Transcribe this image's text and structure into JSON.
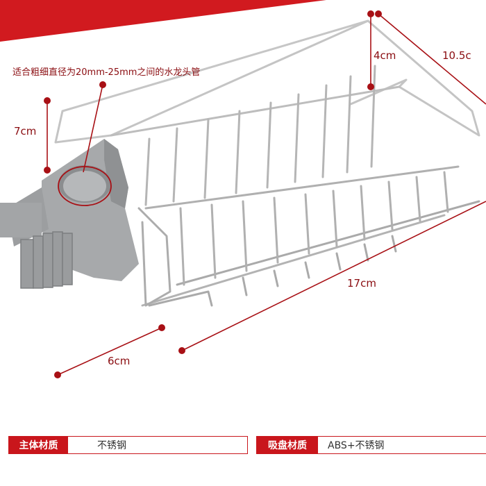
{
  "labels": {
    "fit_note": "适合粗细直径为20mm-25mm之间的水龙头管",
    "height_4cm": "4cm",
    "width_10_5": "10.5c",
    "clamp_7cm": "7cm",
    "length_17cm": "17cm",
    "depth_6cm": "6cm"
  },
  "specs": {
    "body_material_label": "主体材质",
    "body_material_value": "不锈钢",
    "suction_material_label": "吸盘材质",
    "suction_material_value": "ABS+不锈钢"
  },
  "colors": {
    "accent": "#c9161c",
    "dimension_line": "#a81015",
    "wire": "#b9b9b9",
    "clamp": "#a7a9ab"
  }
}
